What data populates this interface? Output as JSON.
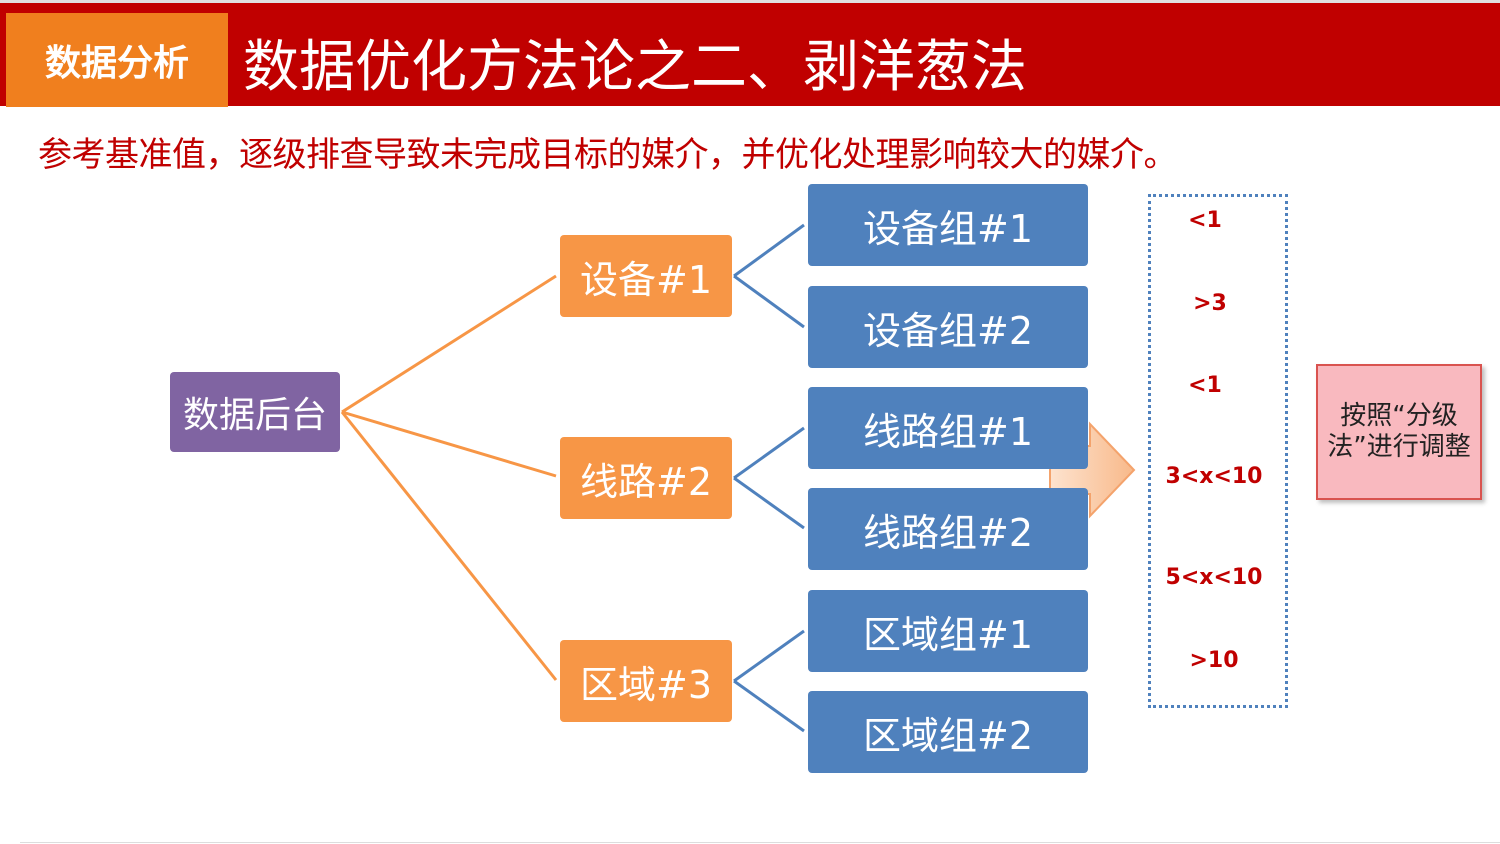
{
  "header": {
    "tag": "数据分析",
    "title": "数据优化方法论之二、剥洋葱法"
  },
  "subtitle": "参考基准值，逐级排查导致未完成目标的媒介，并优化处理影响较大的媒介。",
  "tree": {
    "root": "数据后台",
    "groups": [
      {
        "label": "设备#1",
        "children": [
          "设备组#1",
          "设备组#2"
        ]
      },
      {
        "label": "线路#2",
        "children": [
          "线路组#1",
          "线路组#2"
        ]
      },
      {
        "label": "区域#3",
        "children": [
          "区域组#1",
          "区域组#2"
        ]
      }
    ]
  },
  "ranges": [
    "<1",
    ">3",
    "<1",
    "3<x<10",
    "5<x<10",
    ">10"
  ],
  "note": "按照“分级法”进行调整",
  "colors": {
    "header_red": "#c00000",
    "tag_orange": "#f07f1e",
    "root_purple": "#8064a2",
    "mid_orange": "#f79646",
    "leaf_blue": "#4f81bd",
    "range_red": "#c00000"
  }
}
